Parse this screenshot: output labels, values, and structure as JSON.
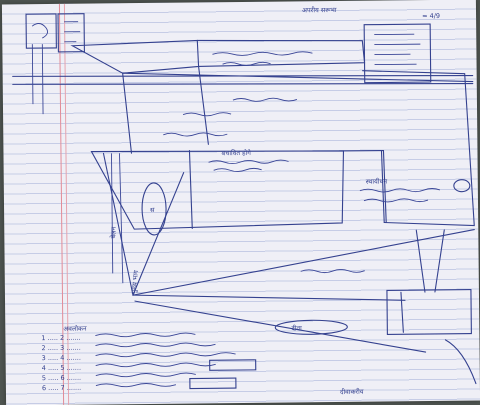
{
  "document": {
    "type": "handwritten sketch",
    "language": "Hindi (Devanagari), largely illegible",
    "ink_color": "#34418f",
    "paper_color": "#efeff6",
    "margin_color": "#e28b97"
  },
  "labels": {
    "top_right_note": "अपरीय सरूभा",
    "top_right_ratio": "= 4/9",
    "center_label": "बचावित होगे",
    "right_label": "स्थायीधन",
    "bottom_right_label": "दीवाकरीय",
    "bottom_center_label": "दीवा",
    "left_vertical_label": "बेलन",
    "left_vertical_label2": "मुख्य भाग",
    "oval_label": "स",
    "notes_heading": "अवलोकन",
    "notes": [
      "1 ..... 2 .......",
      "2 ..... 3 .......",
      "3 ..... 4 .......",
      "4 ..... 5 .......",
      "5 ..... 6 .......",
      "6 ..... 7 ......."
    ]
  }
}
